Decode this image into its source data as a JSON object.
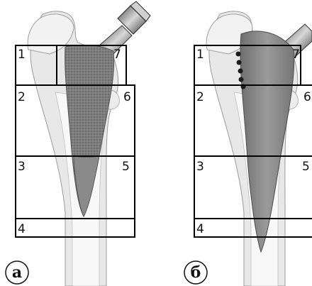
{
  "panels": [
    {
      "label": "а",
      "zones": [
        "1",
        "2",
        "3",
        "4",
        "5",
        "6",
        "7"
      ],
      "stem": "porous-coated tapered stem with neck and head taper"
    },
    {
      "label": "б",
      "zones": [
        "1",
        "2",
        "3",
        "4",
        "5",
        "6",
        "7"
      ],
      "stem": "smooth tapered stem with row of dots along proximal lateral edge"
    }
  ],
  "colors": {
    "bone_outer": "#e6e6e6",
    "bone_inner": "#f7f7f7",
    "stem_porous": "#7a7a7a",
    "stem_smooth": "#8c8c8c",
    "zone_lines": "#000000",
    "dots": "#1a1a1a"
  },
  "icons": [
    "femur-bone",
    "hip-stem-implant",
    "femoral-head-taper"
  ]
}
